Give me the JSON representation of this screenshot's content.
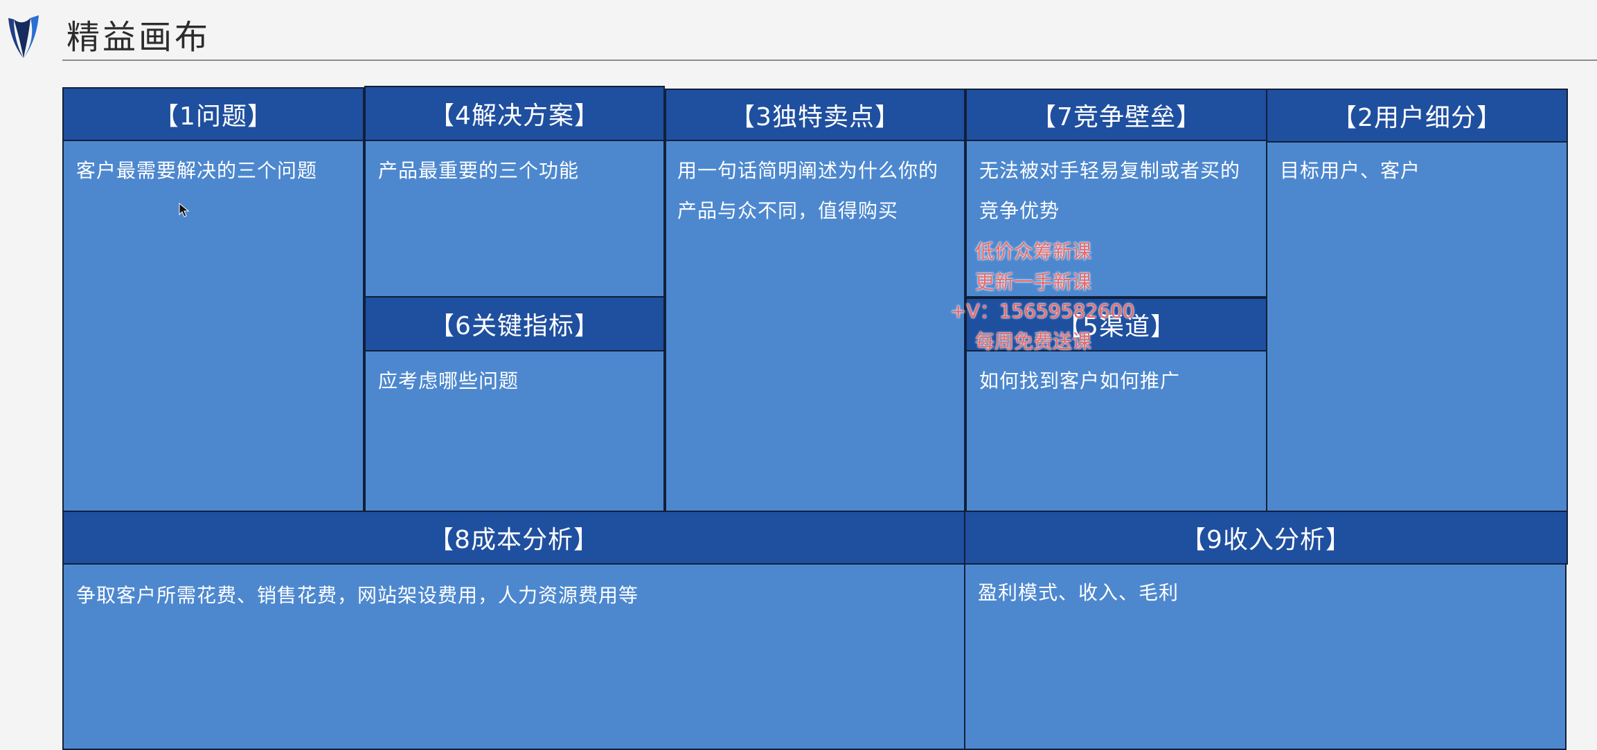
{
  "header": {
    "title": "精益画布"
  },
  "canvas": {
    "problem": {
      "title": "【1问题】",
      "text": "客户最需要解决的三个问题"
    },
    "solution": {
      "title": "【4解决方案】",
      "text": "产品最重要的三个功能"
    },
    "uvp": {
      "title": "【3独特卖点】",
      "text": "用一句话简明阐述为什么你的产品与众不同，值得购买"
    },
    "unfair_advantage": {
      "title": "【7竞争壁垒】",
      "text": "无法被对手轻易复制或者买的竞争优势"
    },
    "segments": {
      "title": "【2用户细分】",
      "text": "目标用户、客户"
    },
    "metrics": {
      "title": "【6关键指标】",
      "text": "应考虑哪些问题"
    },
    "channels": {
      "title": "【5渠道】",
      "text": "如何找到客户如何推广"
    },
    "cost": {
      "title": "【8成本分析】",
      "text": "争取客户所需花费、销售花费，网站架设费用，人力资源费用等"
    },
    "revenue": {
      "title": "【9收入分析】",
      "text": "盈利模式、收入、毛利"
    }
  },
  "watermark": {
    "line1": "低价众筹新课",
    "line2": "更新一手新课",
    "line3": "+V：15659582600",
    "line4": "每周免费送课"
  },
  "colors": {
    "header_bg": "#1f4f9f",
    "block_bg": "#4d88cf",
    "border": "#10203a",
    "watermark": "#e86a6a"
  }
}
